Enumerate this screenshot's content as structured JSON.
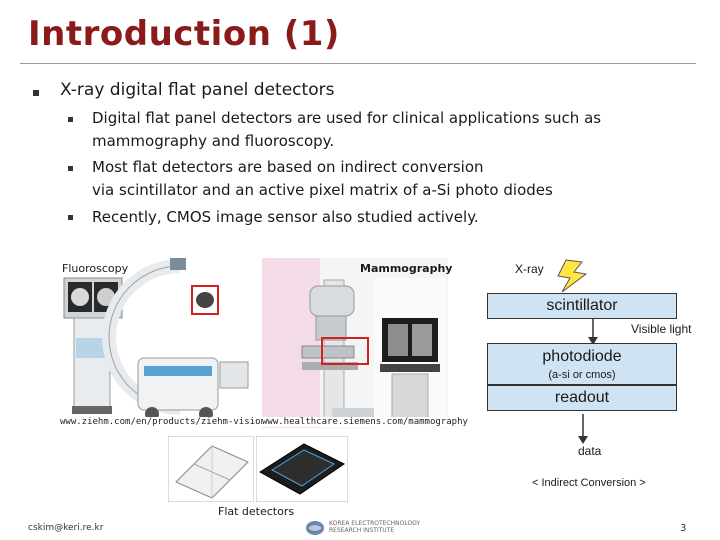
{
  "slide": {
    "title": "Introduction (1)",
    "bullet1": "X-ray digital flat panel detectors",
    "sub1_line1": "Digital flat panel detectors are used for clinical applications such as",
    "sub1_line2": "mammography and fluoroscopy.",
    "sub2_line1": "Most flat detectors are based on indirect conversion",
    "sub2_line2": "via scintillator and an active pixel matrix of a-Si photo diodes",
    "sub3": "Recently, CMOS image sensor also studied actively."
  },
  "images": {
    "fluoroscopy_label": "Fluoroscopy",
    "mammography_label": "Mammography",
    "fluoroscopy_url": "www.ziehm.com/en/products/ziehm-vision-r",
    "mammography_url": "www.healthcare.siemens.com/mammography",
    "flat_detectors_label": "Flat detectors"
  },
  "diagram": {
    "xray_label": "X-ray",
    "scintillator": "scintillator",
    "visible_light": "Visible light",
    "photodiode": "photodiode",
    "photodiode_sub": "(a-si or cmos)",
    "readout": "readout",
    "data": "data",
    "caption": "< Indirect Conversion >"
  },
  "footer": {
    "email": "cskim@keri.re.kr",
    "institute_line1": "KOREA ELECTROTECHNOLOGY",
    "institute_line2": "RESEARCH INSTITUTE",
    "page": "3"
  },
  "colors": {
    "title": "#8b1a1a",
    "box_fill": "#cfe3f3",
    "highlight": "#d42020"
  }
}
